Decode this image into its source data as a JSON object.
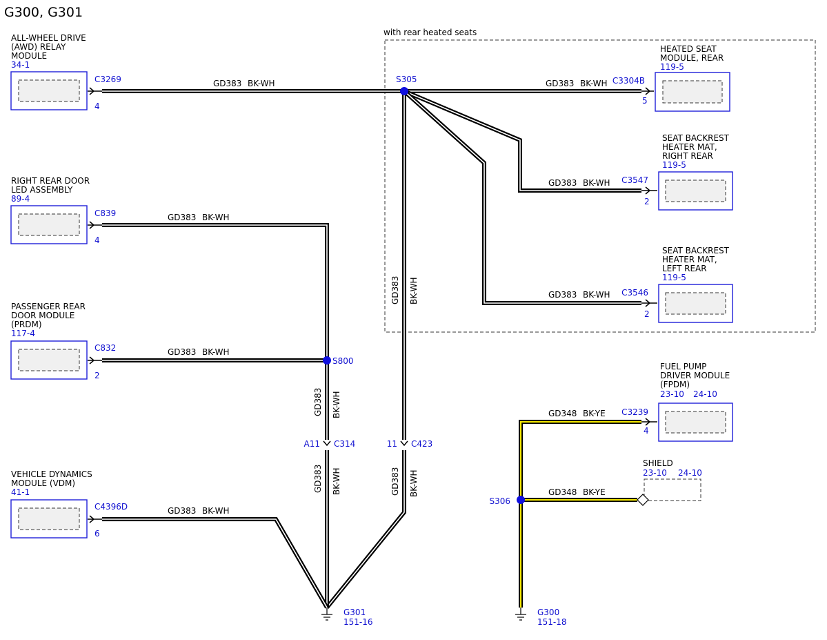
{
  "title": "G300, G301",
  "option_label": "with rear heated seats",
  "modules": {
    "awd": {
      "lines": [
        "ALL-WHEEL DRIVE",
        "(AWD) RELAY",
        "MODULE"
      ],
      "ref": "34-1",
      "connector": "C3269",
      "pin": "4"
    },
    "rrdoor": {
      "lines": [
        "RIGHT REAR DOOR",
        "LED ASSEMBLY"
      ],
      "ref": "89-4",
      "connector": "C839",
      "pin": "4"
    },
    "prdm": {
      "lines": [
        "PASSENGER REAR",
        "DOOR MODULE",
        "(PRDM)"
      ],
      "ref": "117-4",
      "connector": "C832",
      "pin": "2"
    },
    "vdm": {
      "lines": [
        "VEHICLE DYNAMICS",
        "MODULE (VDM)"
      ],
      "ref": "41-1",
      "connector": "C4396D",
      "pin": "6"
    },
    "hsm": {
      "lines": [
        "HEATED SEAT",
        "MODULE, REAR"
      ],
      "ref": "119-5",
      "connector": "C3304B",
      "pin": "5"
    },
    "rmat": {
      "lines": [
        "SEAT BACKREST",
        "HEATER MAT,",
        "RIGHT REAR"
      ],
      "ref": "119-5",
      "connector": "C3547",
      "pin": "2"
    },
    "lmat": {
      "lines": [
        "SEAT BACKREST",
        "HEATER MAT,",
        "LEFT REAR"
      ],
      "ref": "119-5",
      "connector": "C3546",
      "pin": "2"
    },
    "fpdm": {
      "lines": [
        "FUEL PUMP",
        "DRIVER MODULE",
        "(FPDM)"
      ],
      "ref1": "23-10",
      "ref2": "24-10",
      "connector": "C3239",
      "pin": "4"
    },
    "shield": {
      "label": "SHIELD",
      "ref1": "23-10",
      "ref2": "24-10"
    }
  },
  "wire": {
    "gd383": "GD383",
    "bkwh": "BK-WH",
    "gd348": "GD348",
    "bkye": "BK-YE"
  },
  "splices": {
    "s305": "S305",
    "s800": "S800",
    "s306": "S306"
  },
  "inline": {
    "c314": {
      "pin": "A11",
      "connector": "C314"
    },
    "c423": {
      "pin": "11",
      "connector": "C423"
    }
  },
  "grounds": {
    "g301": {
      "name": "G301",
      "ref": "151-16"
    },
    "g300": {
      "name": "G300",
      "ref": "151-18"
    }
  },
  "colors": {
    "wire_bk": "#000000",
    "stripe_wh": "#ffffff",
    "stripe_ye": "#f2e600",
    "reference_blue": "#1010d0",
    "splice_blue": "#1010e0"
  }
}
